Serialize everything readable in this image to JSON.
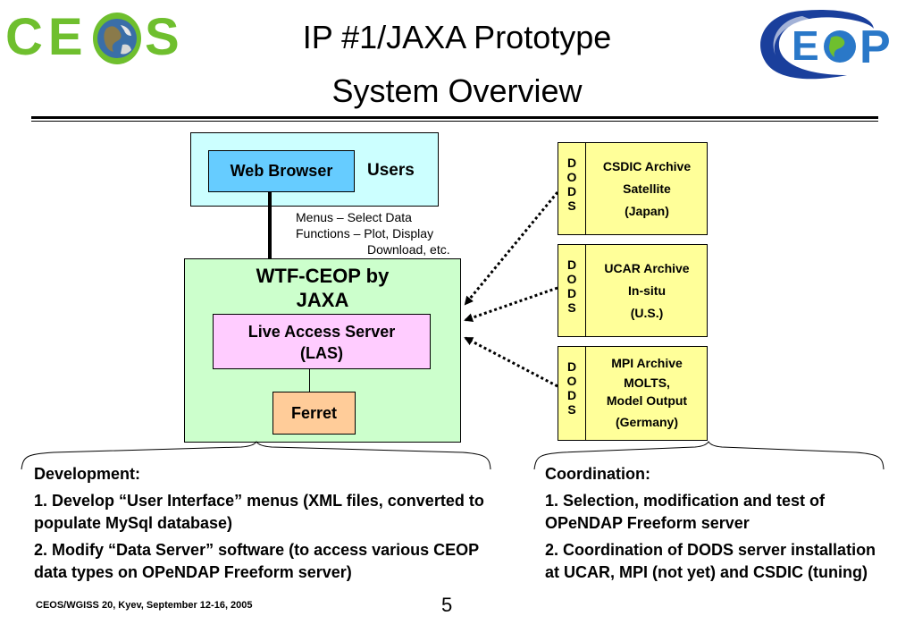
{
  "header": {
    "left_logo_text_1": "CE",
    "left_logo_text_2": "S",
    "right_logo_text_1": "E",
    "right_logo_text_2": "P",
    "title_line1": "IP #1/JAXA Prototype",
    "title_line2": "System Overview"
  },
  "diagram": {
    "web_browser": "Web Browser",
    "users": "Users",
    "menus_line1": "Menus – Select Data",
    "menus_line2": "Functions – Plot,  Display",
    "menus_line3": "Download, etc.",
    "wtf_line1": "WTF-CEOP by",
    "wtf_line2": "JAXA",
    "las_line1": "Live Access Server",
    "las_line2": "(LAS)",
    "ferret": "Ferret",
    "archives": [
      {
        "dods": [
          "D",
          "O",
          "D",
          "S"
        ],
        "lines": [
          "CSDIC Archive",
          "Satellite",
          "(Japan)"
        ]
      },
      {
        "dods": [
          "D",
          "O",
          "D",
          "S"
        ],
        "lines": [
          "UCAR Archive",
          "In-situ",
          "(U.S.)"
        ]
      },
      {
        "dods": [
          "D",
          "O",
          "D",
          "S"
        ],
        "lines": [
          "MPI Archive",
          "MOLTS,",
          "Model Output",
          "(Germany)"
        ]
      }
    ]
  },
  "development": {
    "heading": "Development:",
    "item1": "1. Develop “User Interface” menus (XML files, converted to populate MySql database)",
    "item2": "2. Modify “Data Server” software (to access various CEOP data types on OPeNDAP Freeform server)"
  },
  "coordination": {
    "heading": "Coordination:",
    "item1": "1. Selection, modification and test of OPeNDAP Freeform server",
    "item2": "2. Coordination of DODS server installation at UCAR, MPI (not yet) and CSDIC (tuning)"
  },
  "footer": {
    "caption": "CEOS/WGISS 20, Kyev, September 12-16, 2005",
    "page_number": "5"
  },
  "colors": {
    "ceos_green": "#6fbf2e",
    "users_box": "#ccffff",
    "web_browser": "#66ccff",
    "wtf_box": "#ccffcc",
    "las_box": "#ffccff",
    "ferret_box": "#ffcc99",
    "archive_box": "#ffff99",
    "ceop_blue": "#1a3f9c"
  }
}
